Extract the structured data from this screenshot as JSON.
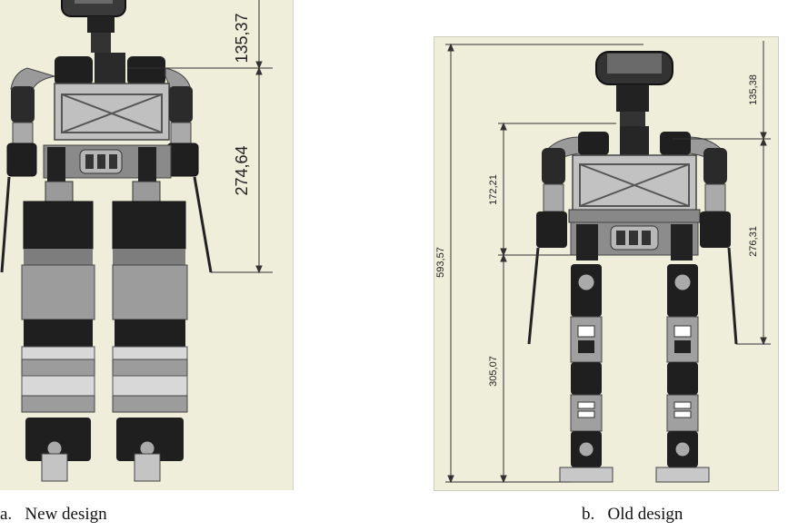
{
  "panel_a": {
    "dimensions": {
      "head": "135,37",
      "upper_body": "274,64"
    },
    "caption": "a.   New design"
  },
  "panel_b": {
    "dimensions": {
      "total": "593,57",
      "upper": "172,21",
      "lower": "305,07",
      "head": "135,38",
      "upper_body": "276,31"
    },
    "caption": "b.   Old design"
  },
  "colors": {
    "background": "#efeedb",
    "servo_dark": "#1f1f1f",
    "bracket_gray": "#8f8f8f",
    "plate_light": "#c8c8c8",
    "dim_line": "#333333"
  }
}
